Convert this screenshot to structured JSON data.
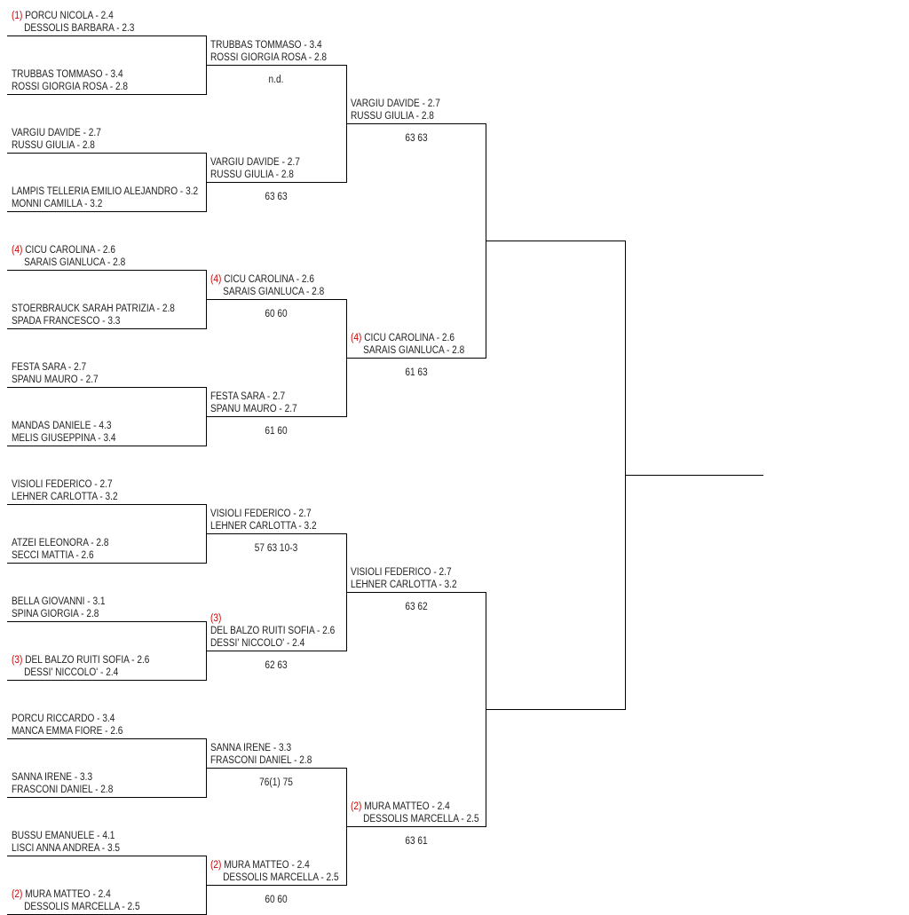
{
  "bracket": {
    "round1": [
      {
        "seed": "(1)",
        "p1": "PORCU NICOLA - 2.4",
        "p2": "DESSOLIS BARBARA - 2.3"
      },
      {
        "seed": "",
        "p1": "TRUBBAS TOMMASO - 3.4",
        "p2": "ROSSI GIORGIA ROSA - 2.8"
      },
      {
        "seed": "",
        "p1": "VARGIU DAVIDE - 2.7",
        "p2": "RUSSU GIULIA - 2.8"
      },
      {
        "seed": "",
        "p1": "LAMPIS TELLERIA EMILIO ALEJANDRO - 3.2",
        "p2": "MONNI CAMILLA - 3.2"
      },
      {
        "seed": "(4)",
        "p1": "CICU CAROLINA - 2.6",
        "p2": "SARAIS GIANLUCA - 2.8"
      },
      {
        "seed": "",
        "p1": "STOERBRAUCK SARAH PATRIZIA - 2.8",
        "p2": "SPADA FRANCESCO - 3.3"
      },
      {
        "seed": "",
        "p1": "FESTA SARA - 2.7",
        "p2": "SPANU MAURO - 2.7"
      },
      {
        "seed": "",
        "p1": "MANDAS DANIELE - 4.3",
        "p2": "MELIS GIUSEPPINA - 3.4"
      },
      {
        "seed": "",
        "p1": "VISIOLI FEDERICO - 2.7",
        "p2": "LEHNER CARLOTTA - 3.2"
      },
      {
        "seed": "",
        "p1": "ATZEI ELEONORA - 2.8",
        "p2": "SECCI MATTIA - 2.6"
      },
      {
        "seed": "",
        "p1": "BELLA GIOVANNI - 3.1",
        "p2": "SPINA GIORGIA - 2.8"
      },
      {
        "seed": "(3)",
        "p1": "DEL BALZO RUITI SOFIA - 2.6",
        "p2": "DESSI' NICCOLO' - 2.4"
      },
      {
        "seed": "",
        "p1": "PORCU RICCARDO - 3.4",
        "p2": "MANCA EMMA FIORE - 2.6"
      },
      {
        "seed": "",
        "p1": "SANNA IRENE - 3.3",
        "p2": "FRASCONI DANIEL - 2.8"
      },
      {
        "seed": "",
        "p1": "BUSSU EMANUELE - 4.1",
        "p2": "LISCI ANNA ANDREA - 3.5"
      },
      {
        "seed": "(2)",
        "p1": "MURA MATTEO - 2.4",
        "p2": "DESSOLIS MARCELLA - 2.5"
      }
    ],
    "round2": [
      {
        "seed": "",
        "p1": "TRUBBAS TOMMASO - 3.4",
        "p2": "ROSSI GIORGIA ROSA - 2.8",
        "score": "n.d."
      },
      {
        "seed": "",
        "p1": "VARGIU DAVIDE - 2.7",
        "p2": "RUSSU GIULIA - 2.8",
        "score": "63 63"
      },
      {
        "seed": "(4)",
        "p1": "CICU CAROLINA - 2.6",
        "p2": "SARAIS GIANLUCA - 2.8",
        "score": "60 60"
      },
      {
        "seed": "",
        "p1": "FESTA SARA - 2.7",
        "p2": "SPANU MAURO - 2.7",
        "score": "61 60"
      },
      {
        "seed": "",
        "p1": "VISIOLI FEDERICO - 2.7",
        "p2": "LEHNER CARLOTTA - 3.2",
        "score": "57 63 10-3"
      },
      {
        "seed": "(3)",
        "p1": "DEL BALZO RUITI SOFIA - 2.6",
        "p2": "DESSI' NICCOLO' - 2.4",
        "score": "62 63",
        "seedAbove": true
      },
      {
        "seed": "",
        "p1": "SANNA IRENE - 3.3",
        "p2": "FRASCONI DANIEL - 2.8",
        "score": "76(1) 75"
      },
      {
        "seed": "(2)",
        "p1": "MURA MATTEO - 2.4",
        "p2": "DESSOLIS MARCELLA - 2.5",
        "score": "60 60"
      }
    ],
    "round3": [
      {
        "seed": "",
        "p1": "VARGIU DAVIDE - 2.7",
        "p2": "RUSSU GIULIA - 2.8",
        "score": "63 63"
      },
      {
        "seed": "(4)",
        "p1": "CICU CAROLINA - 2.6",
        "p2": "SARAIS GIANLUCA - 2.8",
        "score": "61 63"
      },
      {
        "seed": "",
        "p1": "VISIOLI FEDERICO - 2.7",
        "p2": "LEHNER CARLOTTA - 3.2",
        "score": "63 62"
      },
      {
        "seed": "(2)",
        "p1": "MURA MATTEO - 2.4",
        "p2": "DESSOLIS MARCELLA - 2.5",
        "score": "63 61"
      }
    ]
  }
}
